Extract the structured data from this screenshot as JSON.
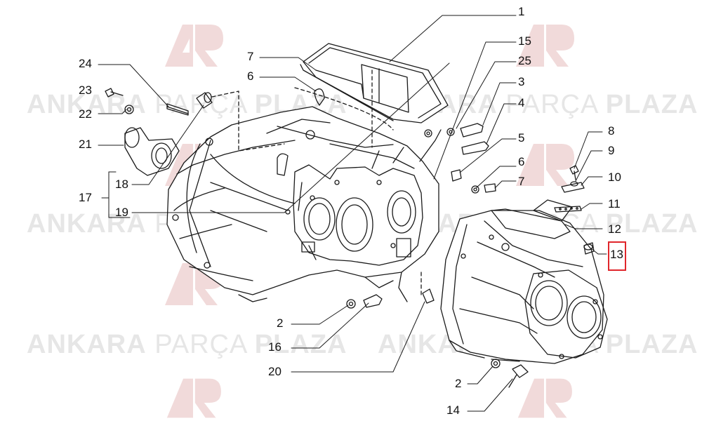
{
  "watermark": {
    "brand_a": "ANKARA",
    "brand_b": "PARÇA",
    "brand_c": "PLAZA",
    "logo_color": "#f1dada",
    "text_color": "#e6e6e6"
  },
  "diagram": {
    "highlight_color": "#e0262b",
    "highlighted_part": "13",
    "labels": {
      "n1": "1",
      "n15": "15",
      "n25": "25",
      "n3": "3",
      "n4": "4",
      "n5": "5",
      "n6r": "6",
      "n7r": "7",
      "n8": "8",
      "n9": "9",
      "n10": "10",
      "n11": "11",
      "n12": "12",
      "n13": "13",
      "n7l": "7",
      "n6l": "6",
      "n24": "24",
      "n23": "23",
      "n22": "22",
      "n21": "21",
      "n18": "18",
      "n17": "17",
      "n19": "19",
      "n2a": "2",
      "n16": "16",
      "n20": "20",
      "n2b": "2",
      "n14": "14"
    }
  }
}
